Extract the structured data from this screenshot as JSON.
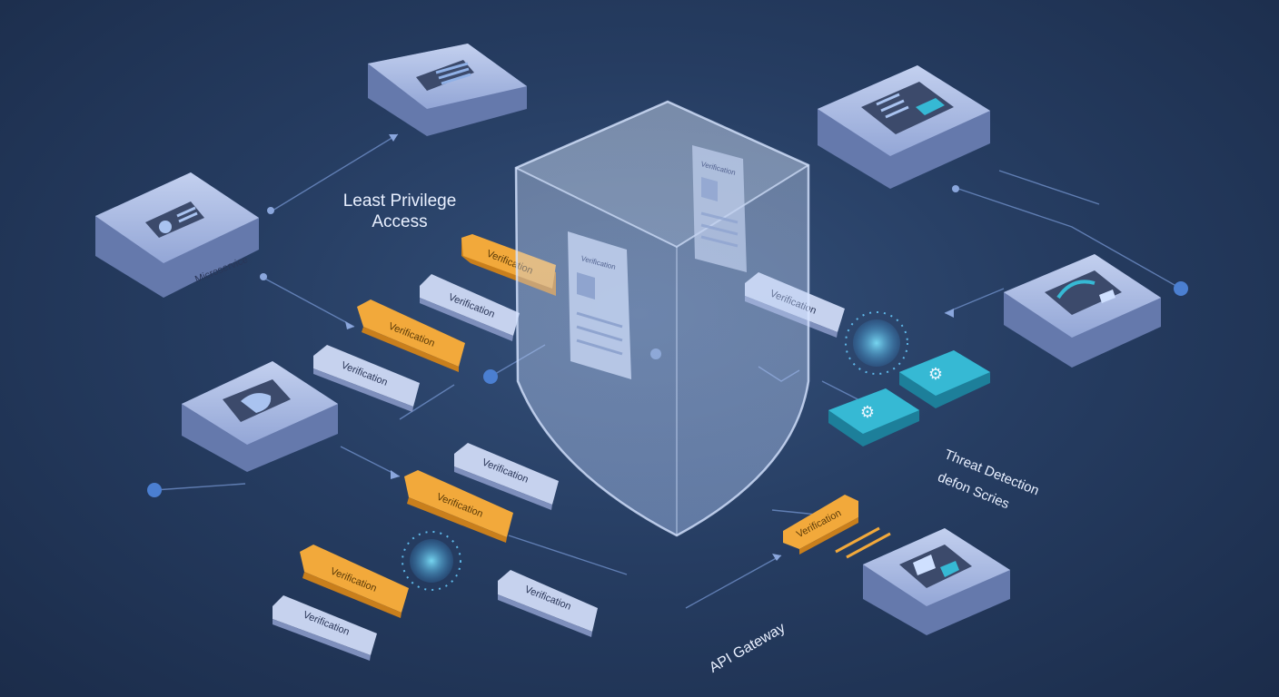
{
  "colors": {
    "background": "#263d62",
    "node_face": "#aab9df",
    "node_side": "#6b7fb3",
    "tag_orange": "#f2a93b",
    "tag_light": "#c6d2ee",
    "accent_cyan": "#36b9d4",
    "link_line": "#6f8fc8",
    "shield": "#cfe0ff"
  },
  "labels": {
    "least_privilege_1": "Least Privilege",
    "least_privilege_2": "Access",
    "microservice": "Microservice",
    "threat_1": "Threat Detection",
    "threat_2": "defon Scries",
    "api_gateway": "API Gateway",
    "verification": "Verification",
    "doc_label": "Verification"
  },
  "icons": {
    "node_top_left": "server-panel-icon",
    "node_micro": "microservice-icon",
    "node_mid_left": "hand-shield-icon",
    "node_top_right": "dashboard-icon",
    "node_right": "network-icon",
    "node_bottom_right": "monitor-icon",
    "gear": "gear-icon",
    "dots": "particle-burst-icon"
  }
}
